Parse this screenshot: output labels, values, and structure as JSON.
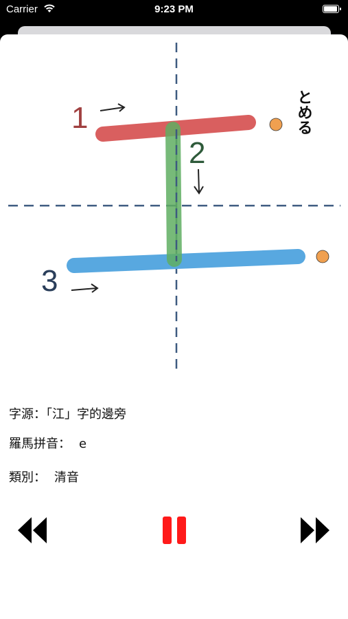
{
  "status_bar": {
    "carrier": "Carrier",
    "time": "9:23 PM"
  },
  "character": {
    "stroke_numbers": [
      "1",
      "2",
      "3"
    ],
    "stop_note": "とめる",
    "stroke_colors": [
      "#d95f5f",
      "#5fae62",
      "#58a8e0"
    ],
    "end_dot_color": "#f0a050"
  },
  "info": {
    "origin_label": "字源：",
    "origin_value": "「江」字的邊旁",
    "romaji_label": "羅馬拼音：",
    "romaji_value": "e",
    "category_label": "類別：",
    "category_value": "清音"
  },
  "controls": {
    "rewind_icon": "rewind-icon",
    "pause_icon": "pause-icon",
    "fast_forward_icon": "fast-forward-icon",
    "pause_color": "#ff1a1a"
  }
}
